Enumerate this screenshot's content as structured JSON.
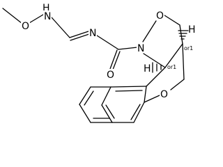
{
  "molecule": {
    "atoms": {
      "hn": "H",
      "n_nh": "N",
      "o_ome": "O",
      "n_imine": "N",
      "n_ring": "N",
      "o_ring": "O",
      "o_carbonyl": "O",
      "o_pyran": "O",
      "h_top": "H",
      "h_left": "H"
    },
    "stereo_labels": {
      "top": "or1",
      "left": "or1"
    }
  }
}
